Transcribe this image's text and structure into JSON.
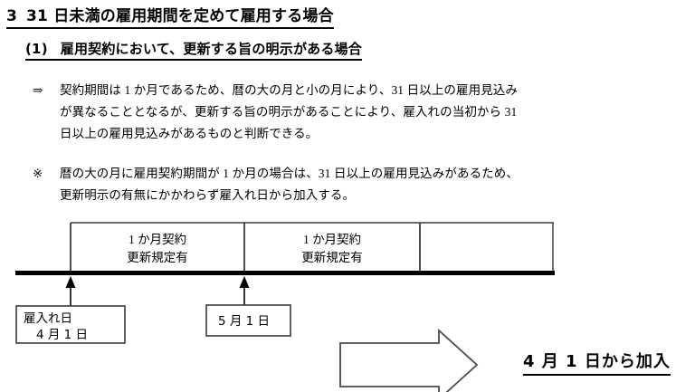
{
  "document": {
    "heading_main": {
      "number": "3",
      "text": "31 日未満の雇用期間を定めて雇用する場合"
    },
    "heading_sub": {
      "number": "(1)",
      "text": "雇用契約において、更新する旨の明示がある場合"
    },
    "paragraphs": [
      {
        "marker": "⇒",
        "lines": [
          "契約期間は 1 か月であるため、暦の大の月と小の月により、31 日以上の雇用見込み",
          "が異なることとなるが、更新する旨の明示があることにより、雇入れの当初から 31",
          "日以上の雇用見込みがあるものと判断できる。"
        ]
      },
      {
        "marker": "※",
        "lines": [
          "暦の大の月に雇用契約期間が 1 か月の場合は、31 日以上の雇用見込みがあるため、",
          "更新明示の有無にかかわらず雇入れ日から加入する。"
        ]
      }
    ]
  },
  "diagram": {
    "contract_cells": [
      {
        "line1": "1 か月契約",
        "line2": "更新規定有"
      },
      {
        "line1": "1 か月契約",
        "line2": "更新規定有"
      },
      {
        "line1": "",
        "line2": ""
      }
    ],
    "markers": [
      {
        "line1": "雇入れ日",
        "line2": "4 月 1 日"
      },
      {
        "line1": "5 月 1 日",
        "line2": ""
      }
    ],
    "result_label": "4 月 1 日から加入",
    "arrow_name": "right-arrow-shape",
    "colors": {
      "line": "#000000",
      "box_border": "#3a3a3a",
      "timeline_bar": "#000000",
      "background": "#ffffff"
    }
  }
}
